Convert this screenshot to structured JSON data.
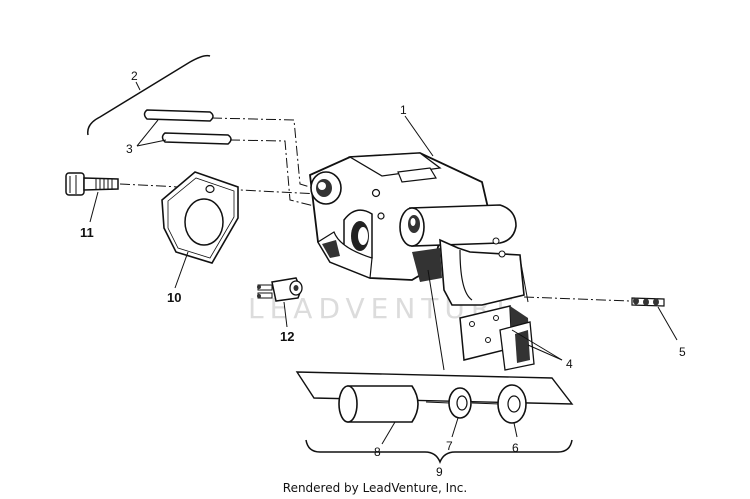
{
  "callouts": {
    "c1": "1",
    "c2": "2",
    "c3": "3",
    "c4": "4",
    "c5": "5",
    "c6": "6",
    "c7": "7",
    "c8": "8",
    "c9": "9",
    "c10": "10",
    "c11": "11",
    "c12": "12"
  },
  "watermark": "LEADVENTURE",
  "footer": "Rendered by LeadVenture, Inc.",
  "colors": {
    "ink": "#111111",
    "shade": "#333333",
    "watermark": "#dcdcdc",
    "background": "#ffffff"
  }
}
